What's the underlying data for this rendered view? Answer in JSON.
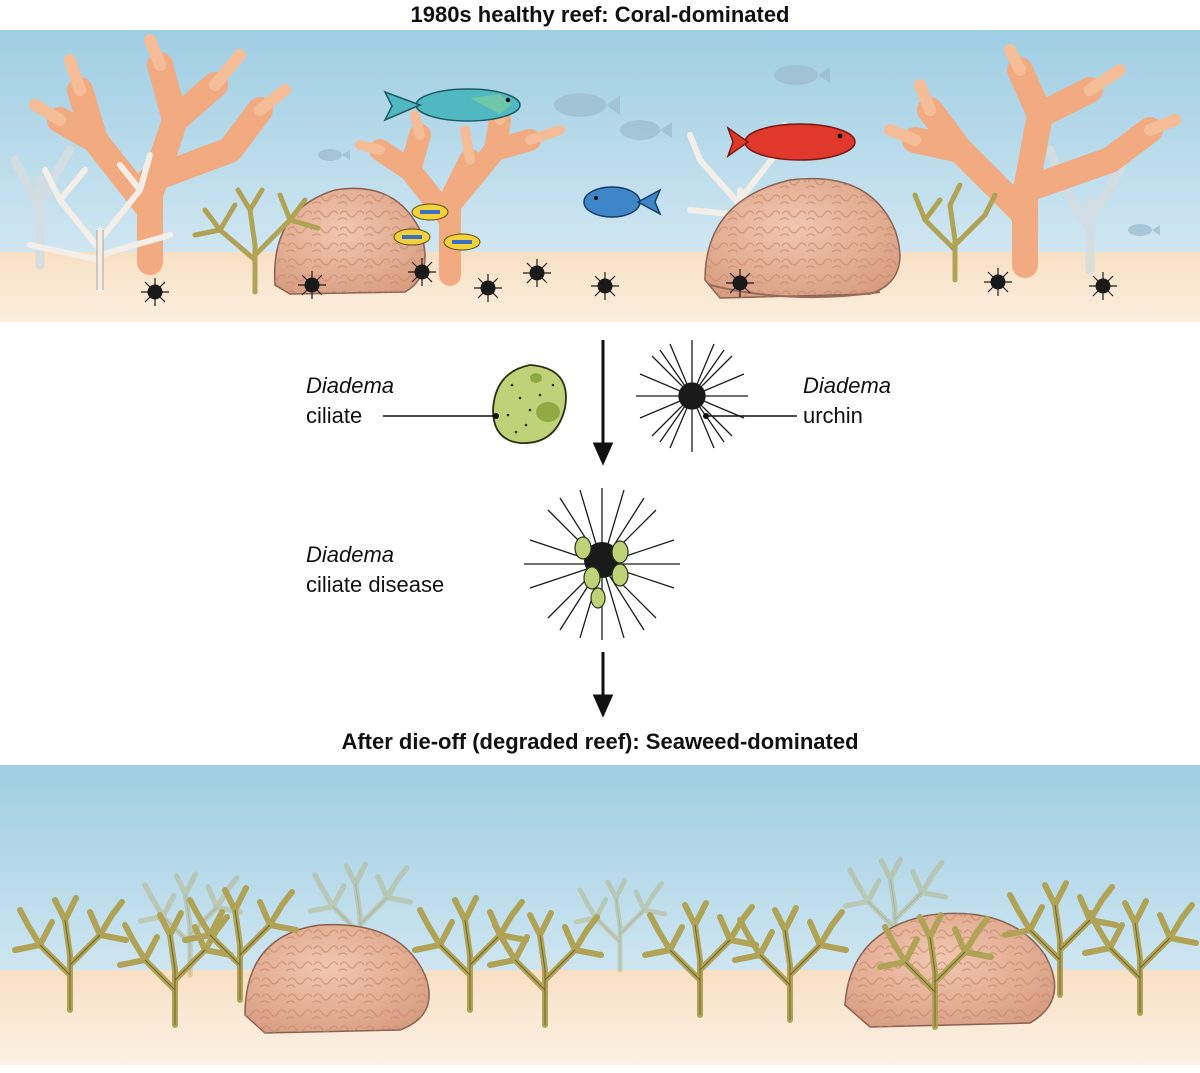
{
  "titles": {
    "top": "1980s healthy reef: Coral-dominated",
    "bottom": "After die-off (degraded reef): Seaweed-dominated"
  },
  "labels": {
    "ciliate": {
      "genus": "Diadema",
      "name": "ciliate"
    },
    "urchin": {
      "genus": "Diadema",
      "name": "urchin"
    },
    "disease": {
      "genus": "Diadema",
      "name": "ciliate disease"
    }
  },
  "colors": {
    "water_top": "#a9d3e6",
    "water_light": "#e2f0f6",
    "sand": "#f8dfc2",
    "coral": "#f3ad84",
    "coral_dead": "#f2ece4",
    "seaweed": "#b5a95a",
    "rock": "#e7b398",
    "urchin": "#1a1a1a",
    "ciliate": "#bfd27a",
    "fish_teal": "#4fb8bf",
    "fish_red": "#e2342a",
    "fish_blue": "#3f86c8",
    "fish_yellow": "#f2d23c"
  },
  "icons": {
    "top_scene": [
      "branching-coral",
      "white-coral",
      "seaweed",
      "brain-coral-rock",
      "sea-urchin",
      "parrotfish",
      "grouper",
      "blue-tang",
      "yellow-fish"
    ],
    "bottom_scene": [
      "seaweed",
      "brain-coral-rock"
    ],
    "ciliate": "ciliate-cell-icon",
    "urchin": "sea-urchin-icon",
    "disease": "infected-urchin-icon"
  }
}
